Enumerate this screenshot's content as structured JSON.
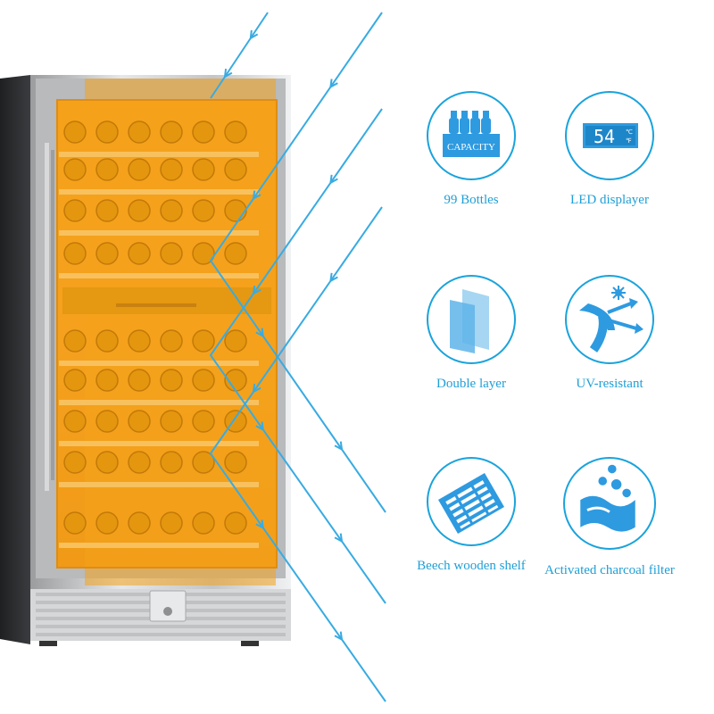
{
  "features": [
    {
      "id": "bottles",
      "label": "99 Bottles",
      "icon": "wine-bottles-capacity-icon",
      "icon_text": "CAPACITY"
    },
    {
      "id": "led",
      "label": "LED displayer",
      "icon": "led-display-icon",
      "display_value": "54",
      "units": [
        "℃",
        "℉"
      ]
    },
    {
      "id": "double",
      "label": "Double layer",
      "icon": "double-glass-layer-icon"
    },
    {
      "id": "uv",
      "label": "UV-resistant",
      "icon": "uv-resistant-icon"
    },
    {
      "id": "shelf",
      "label": "Beech wooden shelf",
      "icon": "wooden-shelf-icon"
    },
    {
      "id": "charcoal",
      "label": "Activated charcoal filter",
      "icon": "charcoal-filter-icon"
    }
  ],
  "colors": {
    "accent_blue": "#1aa3dc",
    "label_blue": "#1f9fd6",
    "glass_orange": "#f7a318",
    "steel": "#c9cbcd",
    "cabinet_dark": "#2b2d30"
  }
}
